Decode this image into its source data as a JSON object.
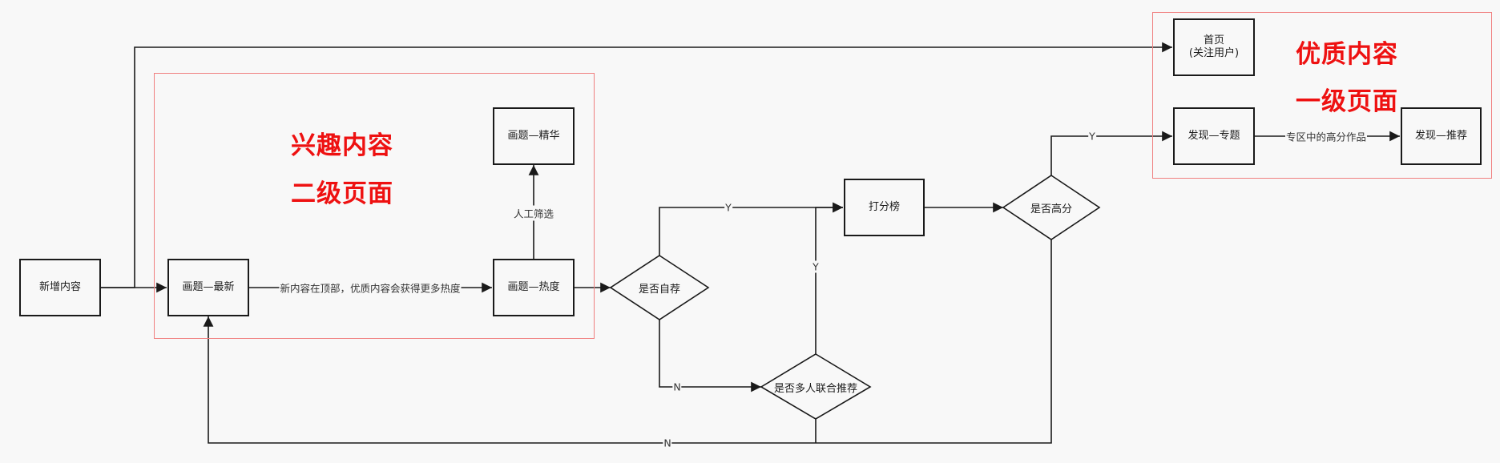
{
  "regions": {
    "interest_title": "兴趣内容",
    "interest_subtitle": "二级页面",
    "quality_title": "优质内容",
    "quality_subtitle": "一级页面"
  },
  "nodes": {
    "new_content": "新增内容",
    "topic_latest": "画题—最新",
    "topic_hot": "画题—热度",
    "topic_essence": "画题—精华",
    "score_board": "打分榜",
    "home_following": "首页\n(关注用户)",
    "discover_topic": "发现—专题",
    "discover_recommend": "发现—推荐",
    "self_recommend": "是否自荐",
    "multi_recommend": "是否多人联合推荐",
    "high_score": "是否高分"
  },
  "edges": {
    "latest_to_hot": "新内容在顶部，优质内容会获得更多热度",
    "manual_filter": "人工筛选",
    "self_yes": "Y",
    "self_no": "N",
    "multi_yes": "Y",
    "feedback_no": "N",
    "high_yes": "Y",
    "topic_to_recommend": "专区中的高分作品"
  }
}
